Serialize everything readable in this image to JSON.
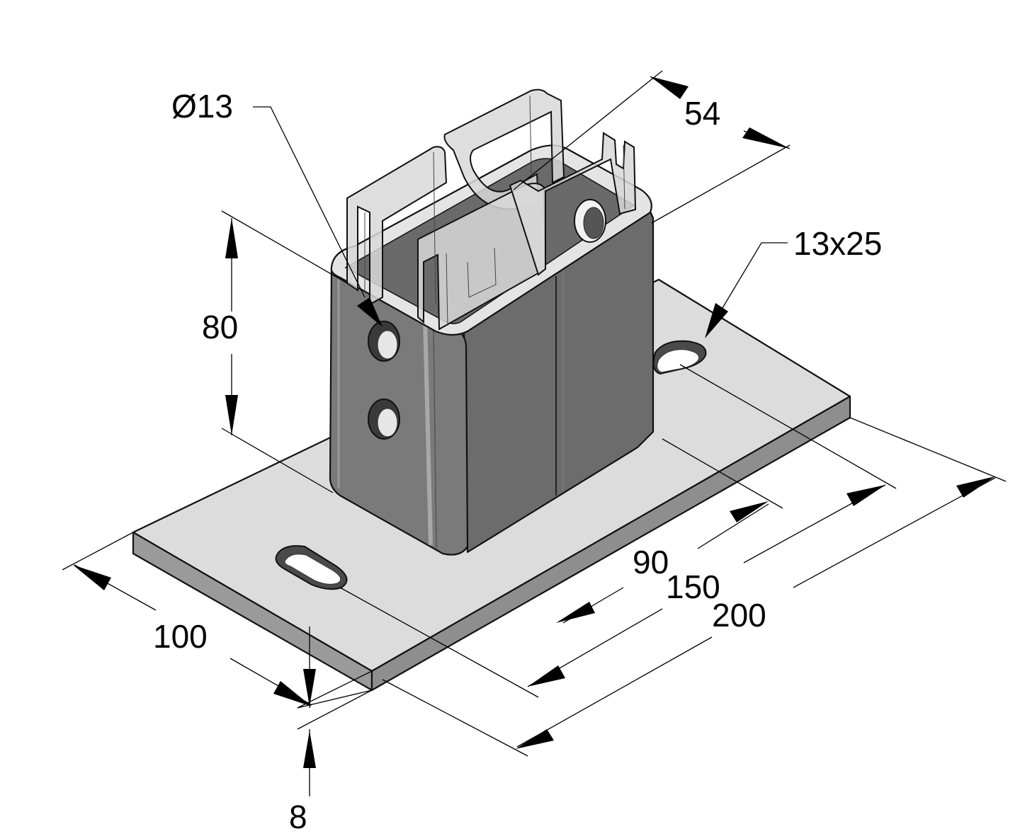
{
  "dimensions": {
    "hole_diameter": "Ø13",
    "channel_width": "54",
    "height": "80",
    "slot_size": "13x25",
    "inner_length": "90",
    "hole_spacing": "150",
    "plate_length": "200",
    "plate_width": "100",
    "plate_thickness": "8"
  },
  "colors": {
    "plate_top": "#dcdcdc",
    "plate_edge": "#9a9a9a",
    "tube_front": "#7a7a7a",
    "tube_side": "#6c6c6c",
    "channel_insert": "#d8d8d8"
  }
}
